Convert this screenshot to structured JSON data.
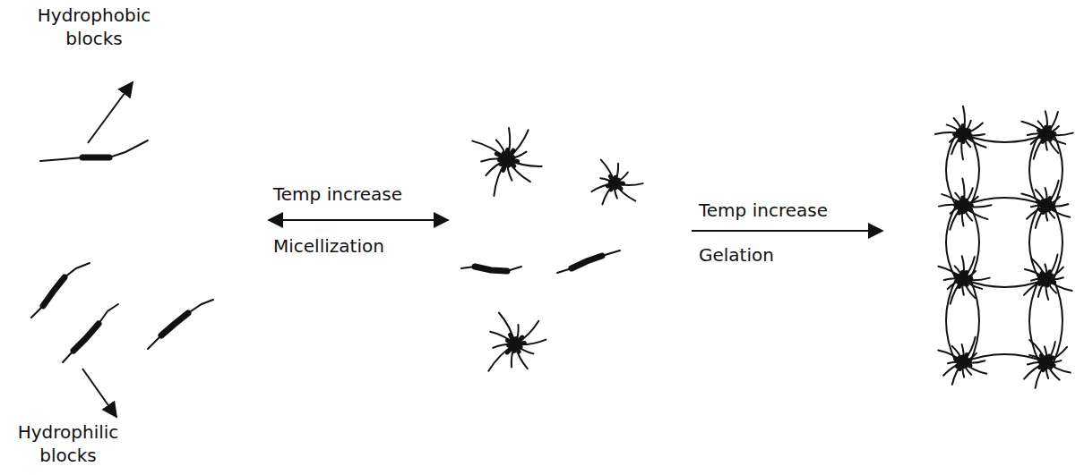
{
  "diagram": {
    "labels": [
      "Hydrophobic blocks",
      "Hydrophilic blocks",
      "Temp increase",
      "Micellization",
      "Temp increase",
      "Gelation"
    ]
  }
}
